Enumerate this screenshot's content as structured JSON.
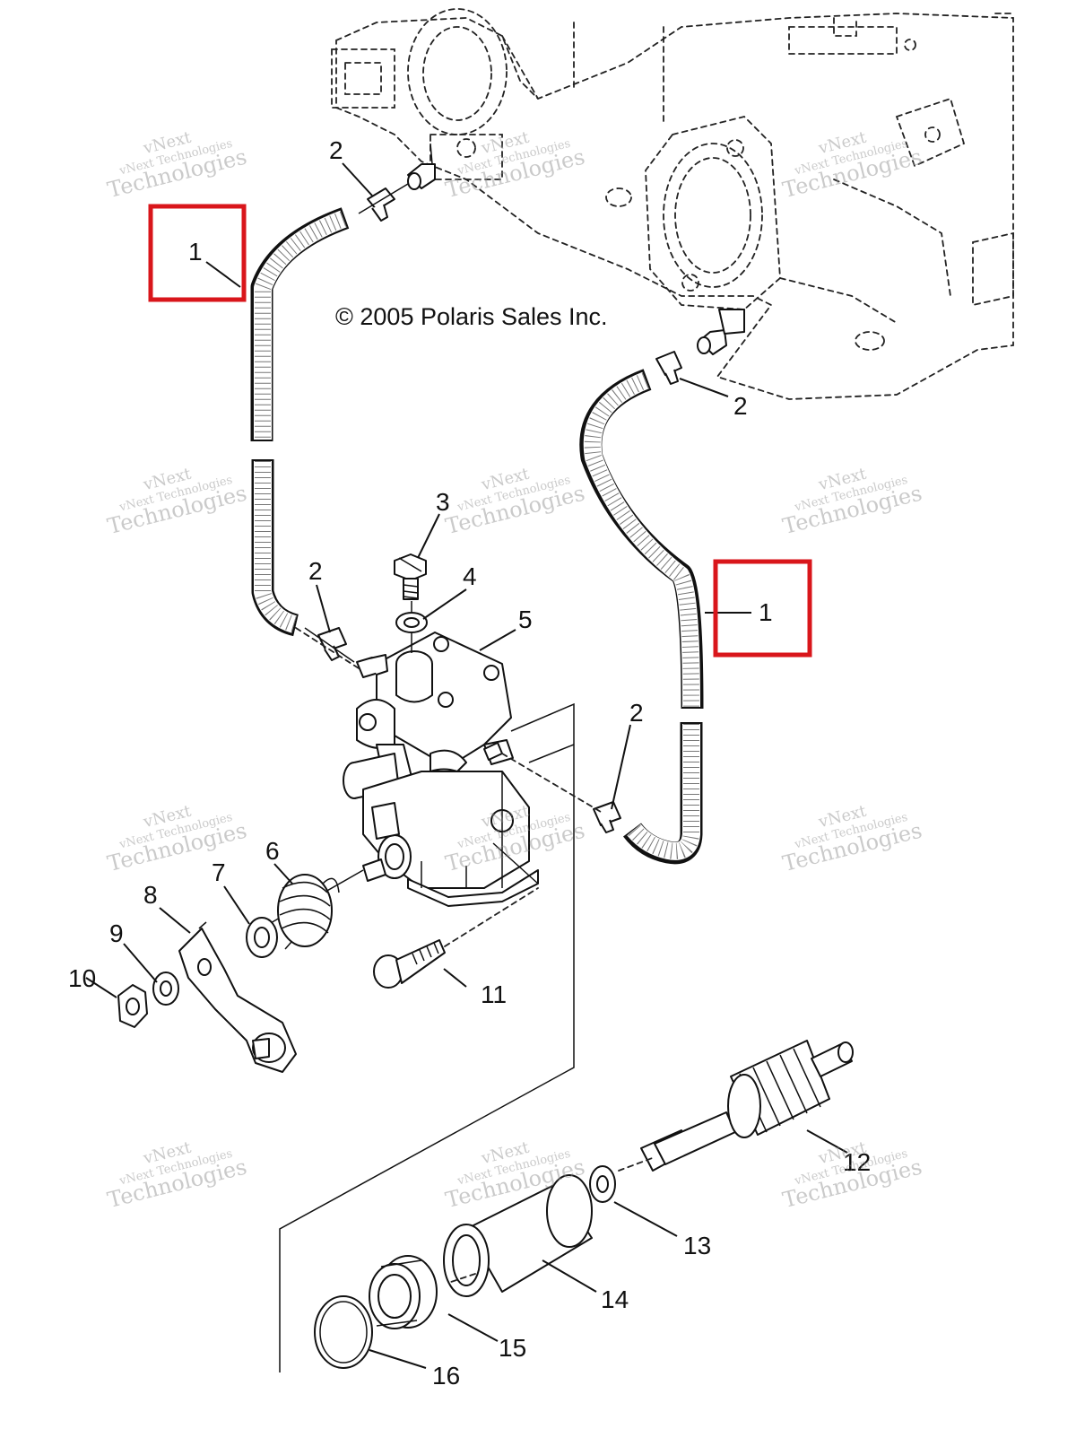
{
  "copyright": "© 2005 Polaris Sales Inc.",
  "watermark": {
    "line1": "vNext",
    "line2": "vNext Technologies",
    "line3": "Technologies"
  },
  "callouts": {
    "hose_left": "1",
    "hose_right": "1",
    "clamp_top_left": "2",
    "clamp_top_right": "2",
    "clamp_mid_left": "2",
    "clamp_mid_right": "2",
    "screw": "3",
    "washer": "4",
    "pump": "5",
    "spring": "6",
    "washer_small": "7",
    "lever": "8",
    "lock_washer": "9",
    "nut": "10",
    "bolt": "11",
    "drive_gear": "12",
    "thrust_washer": "13",
    "bushing": "14",
    "seal": "15",
    "snap_ring": "16"
  },
  "highlight_color": "#d9161b"
}
